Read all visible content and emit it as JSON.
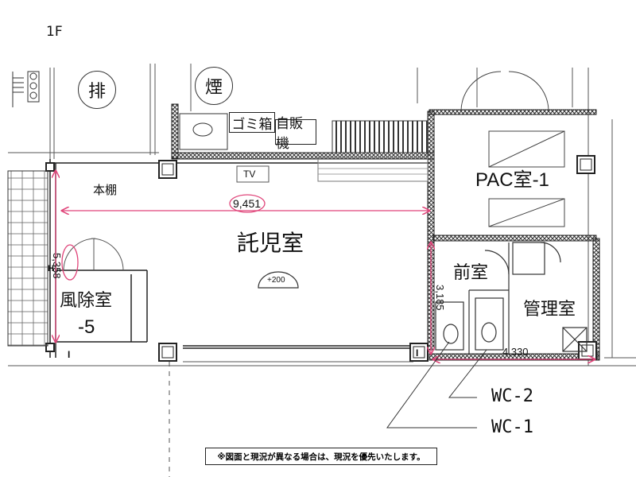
{
  "floor_label": "1F",
  "symbols": {
    "exhaust": "排",
    "smoke": "煙"
  },
  "labels": {
    "garbage_box": "ゴミ箱",
    "vending_machine": "自販機",
    "tv": "TV",
    "shelf": "本棚",
    "childcare_room": "託児室",
    "pac_room": "PAC室-1",
    "anteroom": "前室",
    "management_room": "管理室",
    "windbreak_room_line1": "風除室",
    "windbreak_room_line2": "-5",
    "level_mark": "+200",
    "wc2": "WC-2",
    "wc1": "WC-1",
    "mark_h": "H",
    "mark_i1": "I",
    "mark_i2": "I"
  },
  "dimensions": {
    "width_main": "9,451",
    "depth_left": "5,358",
    "depth_anteroom": "3,185",
    "width_management": "4,330"
  },
  "note": "※図面と現況が異なる場合は、現況を優先いたします。",
  "colors": {
    "line": "#222222",
    "dimension": "#e0457a",
    "hatch": "#444444"
  }
}
